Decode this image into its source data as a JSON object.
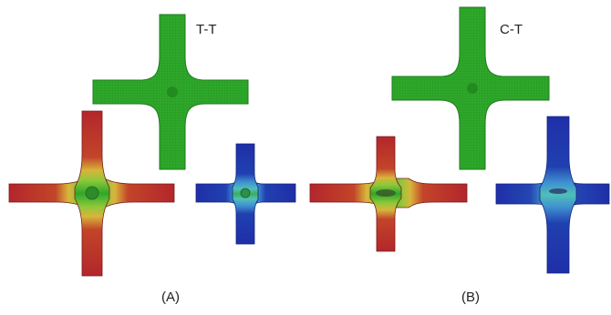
{
  "figure": {
    "panel_a": {
      "load_case": "T-T",
      "caption": "(A)",
      "reference_color": "#2ea82a"
    },
    "panel_b": {
      "load_case": "C-T",
      "caption": "(B)",
      "reference_color": "#2ea82a"
    },
    "colors": {
      "mesh_green": "#2ea82a",
      "tension_red": "#b3262b",
      "compression_blue": "#1f2fa8",
      "gradient_yellow": "#cfd23a",
      "gradient_cyan": "#4ab8d6"
    }
  }
}
